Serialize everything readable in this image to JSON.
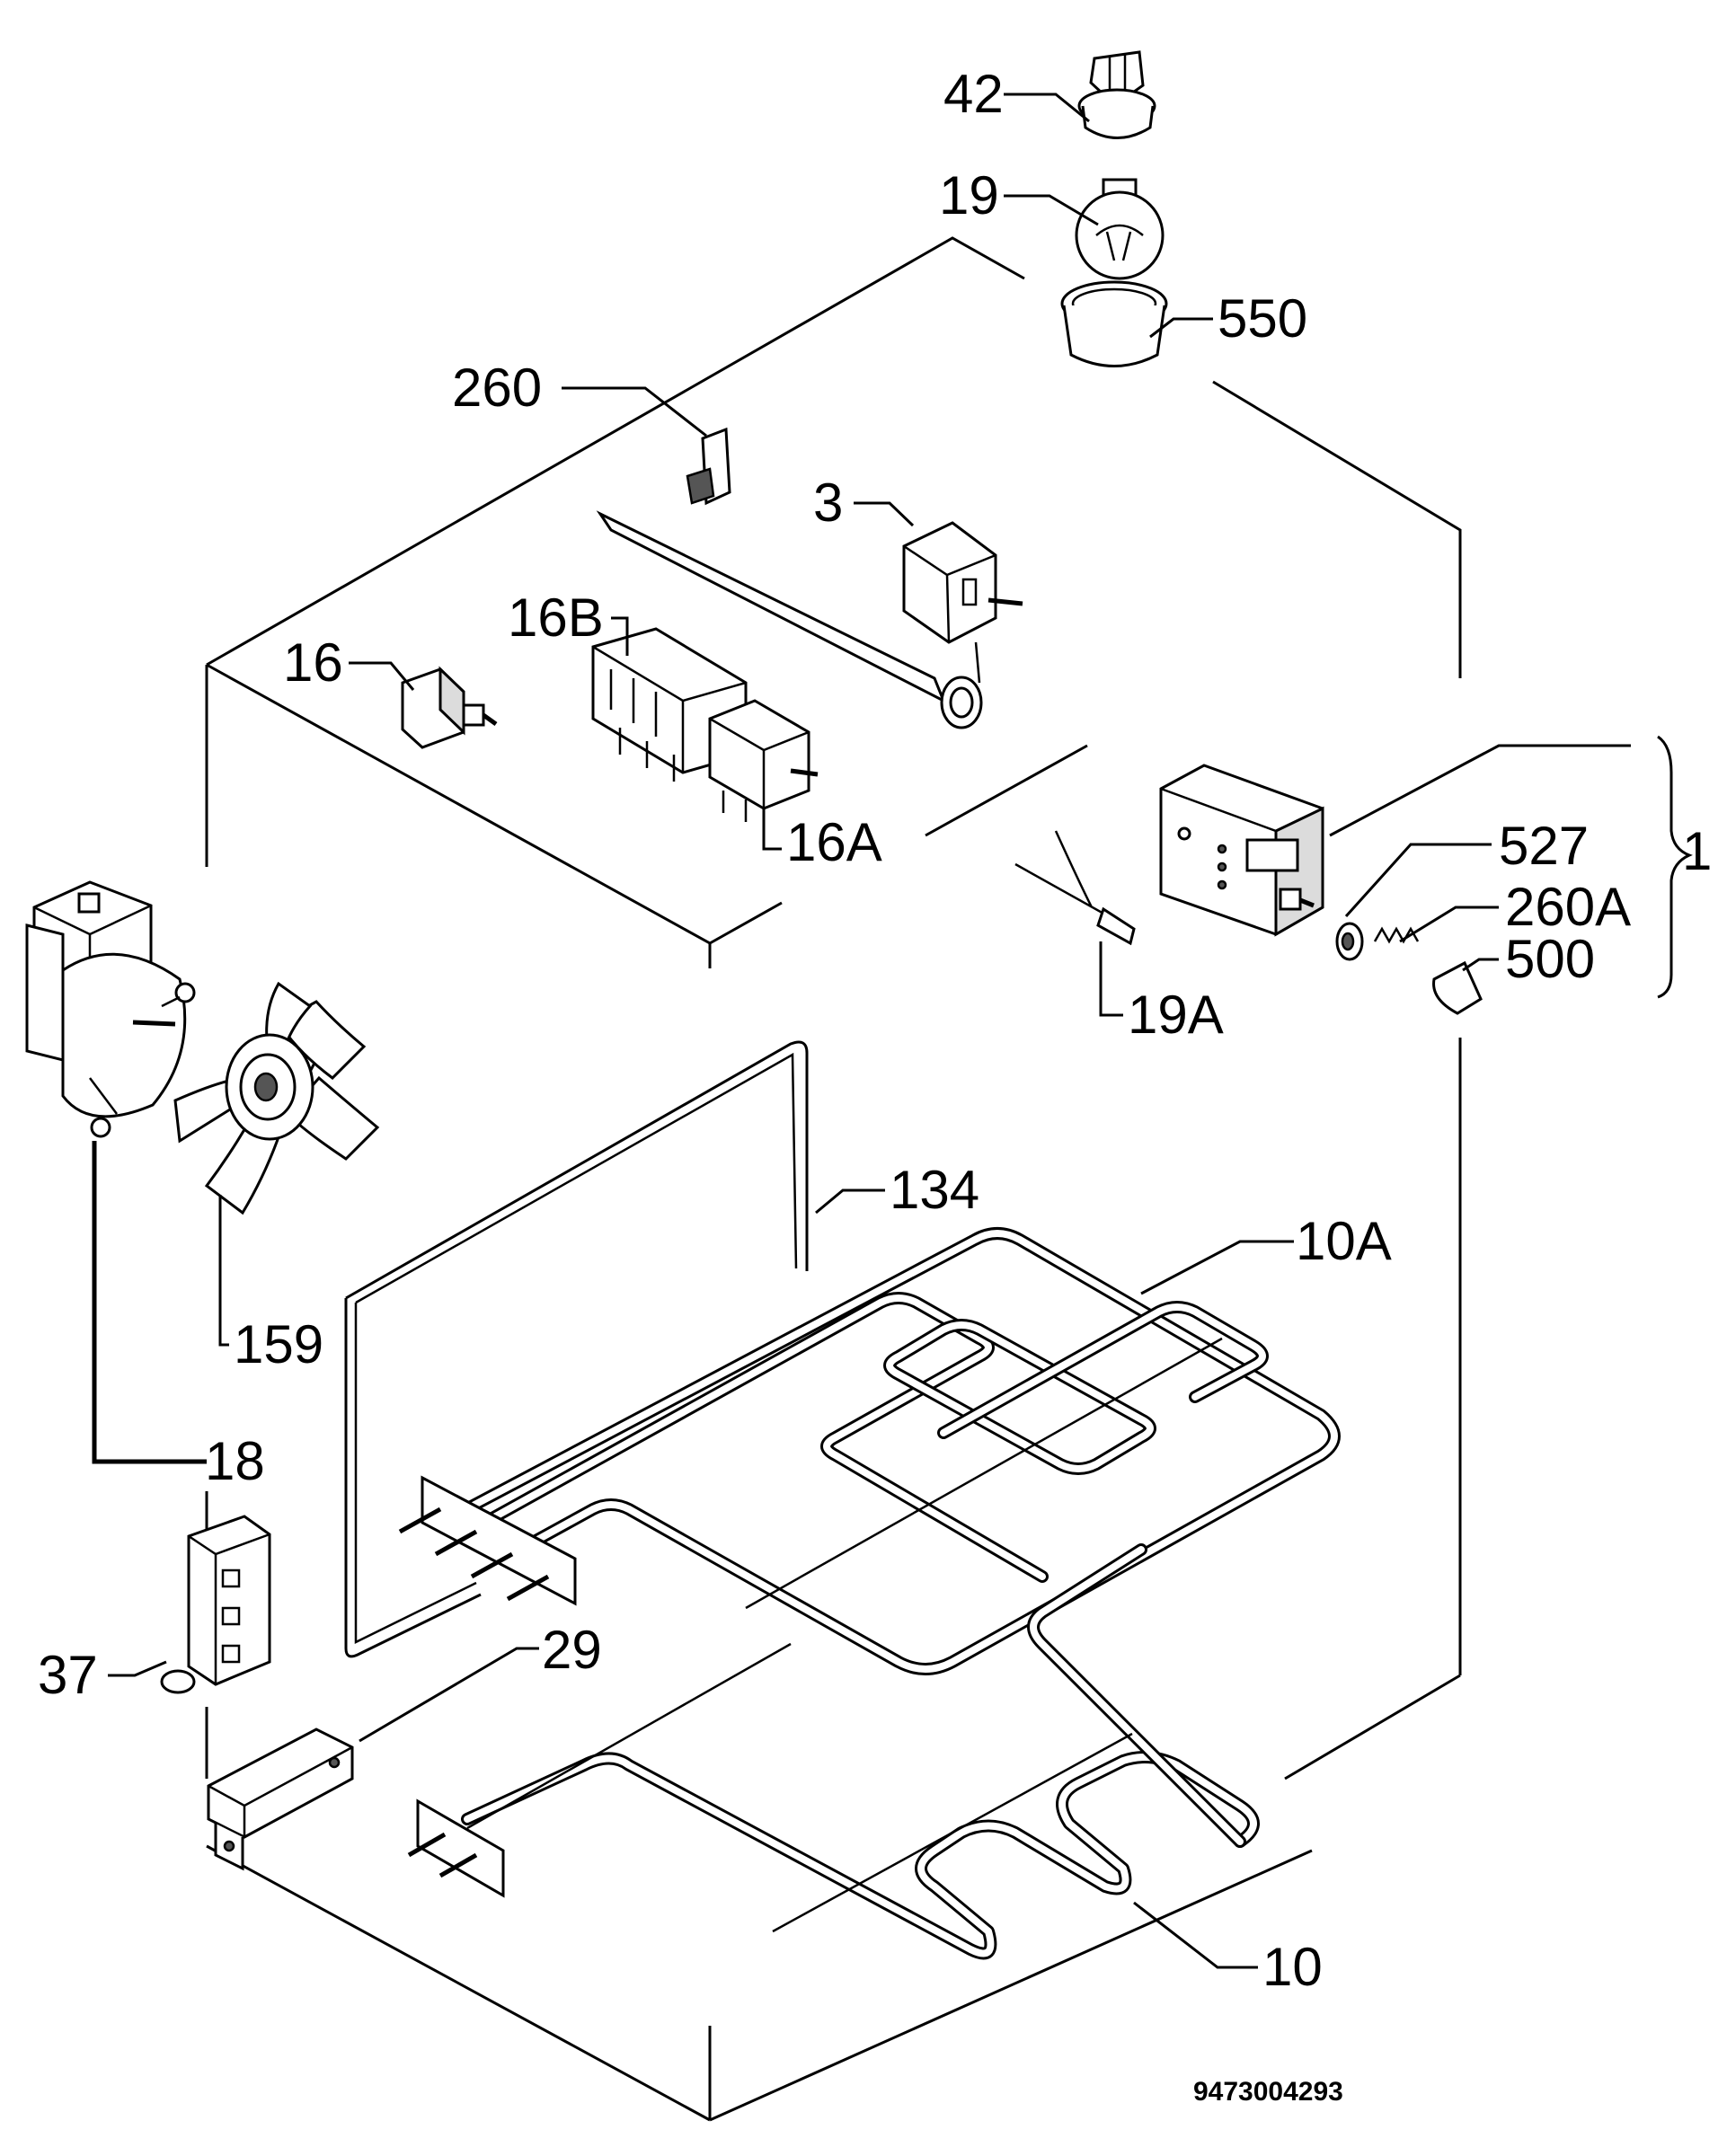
{
  "labels": {
    "p42": "42",
    "p19": "19",
    "p550": "550",
    "p260": "260",
    "p3": "3",
    "p16b": "16B",
    "p16": "16",
    "p16a": "16A",
    "p527": "527",
    "p260a": "260A",
    "p500": "500",
    "p1": "1",
    "p19a": "19A",
    "p134": "134",
    "p10a": "10A",
    "p159": "159",
    "p18": "18",
    "p37": "37",
    "p29": "29",
    "p10": "10"
  },
  "document_number": "9473004293",
  "colors": {
    "line": "#000000",
    "background": "#ffffff",
    "shade": "#dcdcdc"
  }
}
